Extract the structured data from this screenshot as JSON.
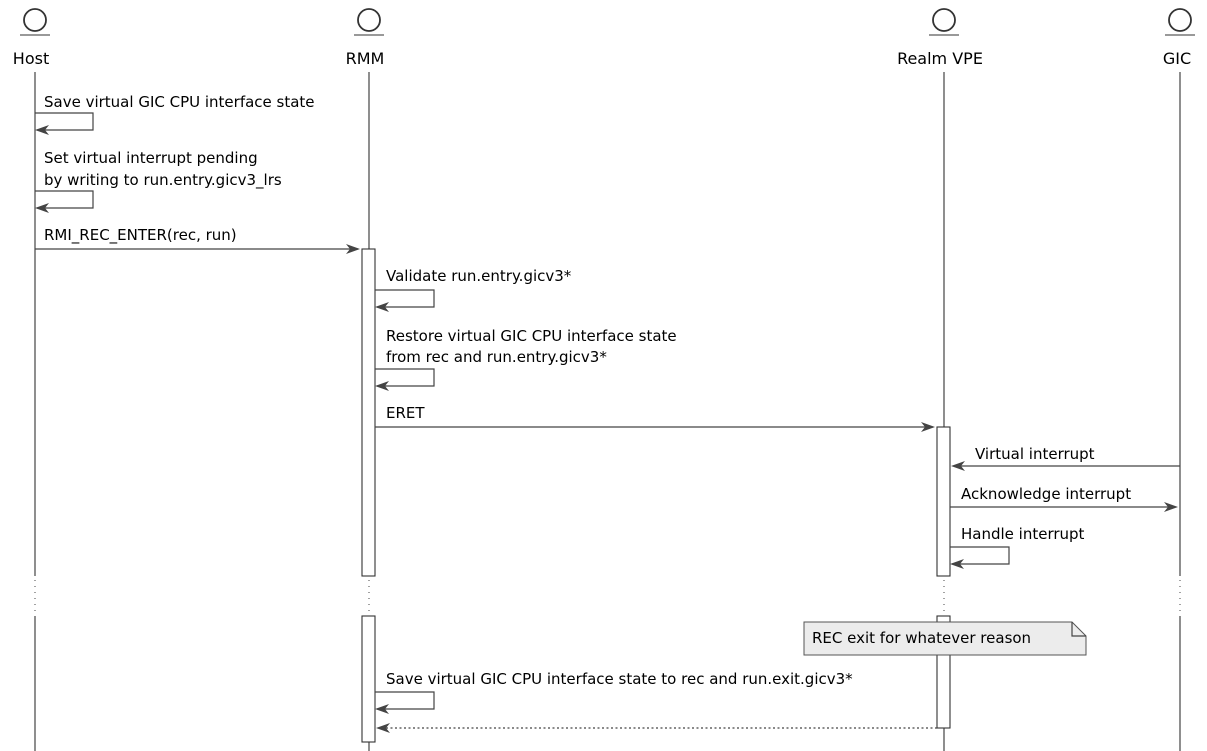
{
  "participants": [
    {
      "id": "host",
      "label": "Host"
    },
    {
      "id": "rmm",
      "label": "RMM"
    },
    {
      "id": "vpe",
      "label": "Realm VPE"
    },
    {
      "id": "gic",
      "label": "GIC"
    }
  ],
  "messages": {
    "m1": {
      "lines": [
        "Save virtual GIC CPU interface state"
      ]
    },
    "m2": {
      "lines": [
        "Set virtual interrupt pending",
        "by writing to run.entry.gicv3_lrs"
      ]
    },
    "m3": {
      "lines": [
        "RMI_REC_ENTER(rec, run)"
      ]
    },
    "m4": {
      "lines": [
        "Validate run.entry.gicv3*"
      ]
    },
    "m5": {
      "lines": [
        "Restore virtual GIC CPU interface state",
        "from rec and run.entry.gicv3*"
      ]
    },
    "m6": {
      "lines": [
        "ERET"
      ]
    },
    "m7": {
      "lines": [
        "Virtual interrupt"
      ]
    },
    "m8": {
      "lines": [
        "Acknowledge interrupt"
      ]
    },
    "m9": {
      "lines": [
        "Handle interrupt"
      ]
    },
    "m10": {
      "lines": [
        "Save virtual GIC CPU interface state to rec and run.exit.gicv3*"
      ]
    }
  },
  "note": {
    "text": "REC exit for whatever reason"
  }
}
